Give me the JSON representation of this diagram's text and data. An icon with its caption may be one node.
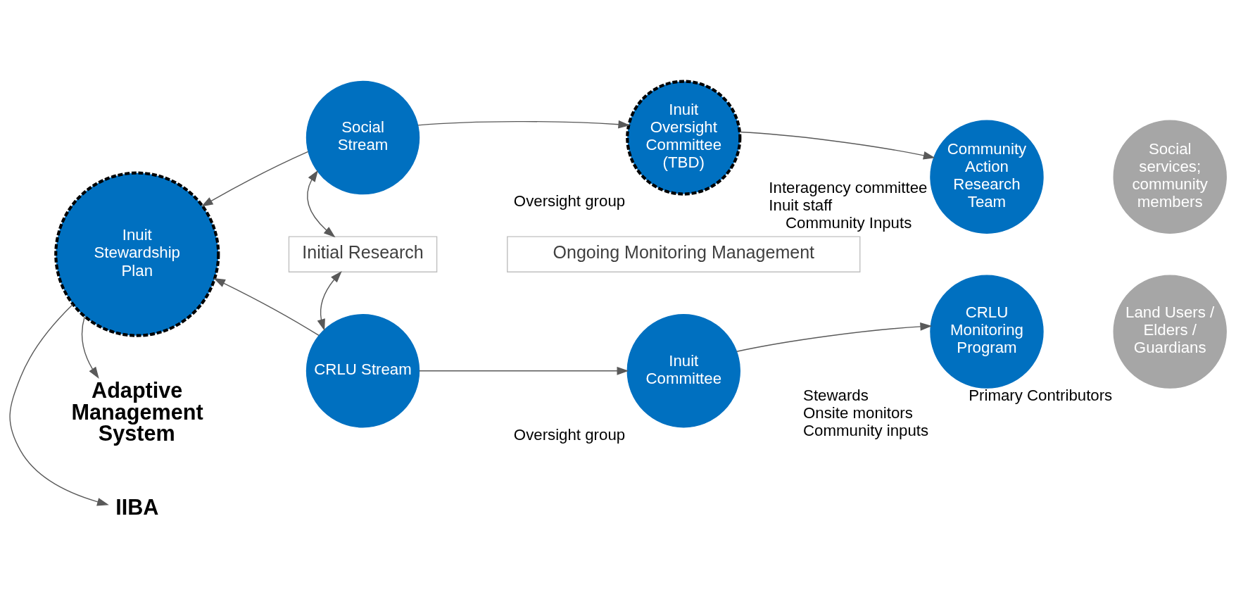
{
  "diagram": {
    "nodes": [
      {
        "text": [
          "Inuit Stewardship Plan"
        ]
      },
      {
        "text": [
          "Social Stream"
        ]
      },
      {
        "text": [
          "Initial Research"
        ]
      },
      {
        "text": [
          "CRLU Stream"
        ]
      },
      {
        "text": [
          "Inuit Oversight Committee (TBD)"
        ],
        "beside": [
          "Oversight group"
        ]
      },
      {
        "text": [
          "Community Action Research Team"
        ],
        "beside": [
          "Interagency committee",
          "Inuit staff",
          "Community Inputs"
        ]
      },
      {
        "text": [
          "Inuit Committee"
        ],
        "beside": [
          "Oversight group"
        ]
      },
      {
        "text": [
          "CRLU Monitoring Program"
        ],
        "beside": [
          "Stewards",
          "Onsite monitors",
          "Community inputs"
        ]
      },
      {
        "text": [
          "Ongoing Monitoring Management"
        ]
      },
      {
        "text": [
          "Social services; community members"
        ]
      },
      {
        "text": [
          "Land Users / Elders / Guardians"
        ],
        "beside": [
          "Primary Contributors"
        ]
      },
      {
        "text": [
          "Adaptive Management System"
        ]
      },
      {
        "text": [
          "IIBA"
        ]
      }
    ],
    "edges": [
      {
        "from": 1,
        "to": 0,
        "arrow": "to"
      },
      {
        "from": 3,
        "to": 0,
        "arrow": "to"
      },
      {
        "from": 0,
        "to": 11,
        "arrow": "to"
      },
      {
        "from": 0,
        "to": 12,
        "arrow": "to"
      },
      {
        "from": 2,
        "to": 1,
        "arrow": "both"
      },
      {
        "from": 2,
        "to": 3,
        "arrow": "both"
      },
      {
        "from": 1,
        "to": 4,
        "arrow": "to"
      },
      {
        "from": 4,
        "to": 5,
        "arrow": "to"
      },
      {
        "from": 3,
        "to": 6,
        "arrow": "to"
      },
      {
        "from": 6,
        "to": 7,
        "arrow": "to"
      }
    ]
  }
}
